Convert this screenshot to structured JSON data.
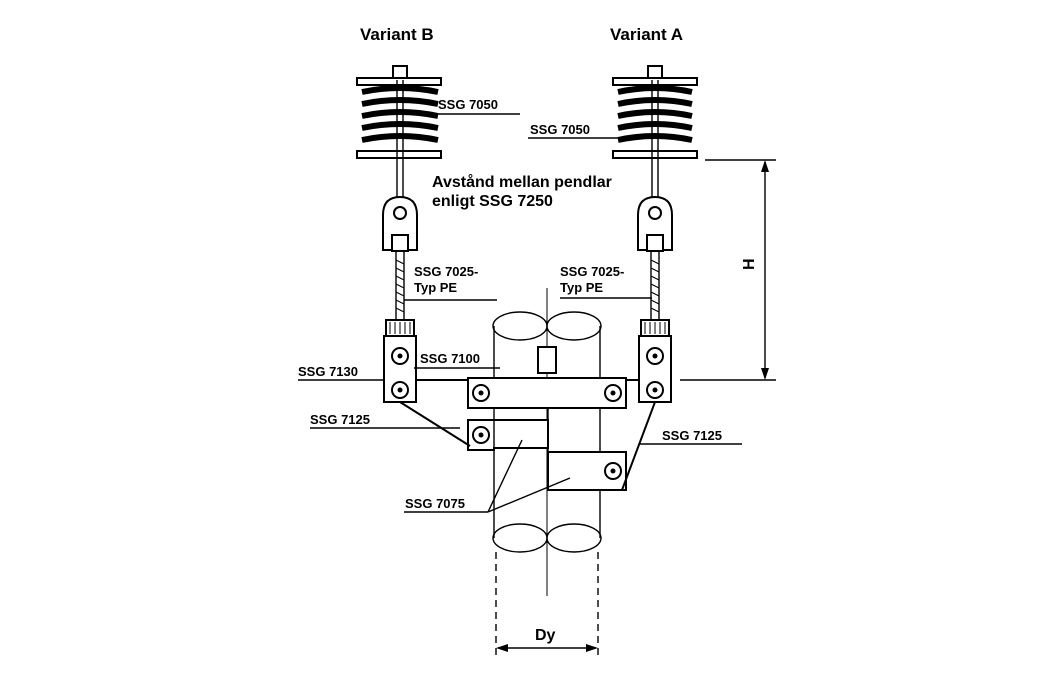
{
  "variants": {
    "b": "Variant B",
    "a": "Variant A"
  },
  "labels": {
    "ssg7050_b": "SSG 7050",
    "ssg7050_a": "SSG 7050",
    "note_line1": "Avstånd mellan pendlar",
    "note_line2": "enligt SSG 7250",
    "ssg7025_b_line1": "SSG 7025-",
    "ssg7025_b_line2": "Typ PE",
    "ssg7025_a_line1": "SSG 7025-",
    "ssg7025_a_line2": "Typ PE",
    "ssg7130": "SSG 7130",
    "ssg7100": "SSG 7100",
    "ssg7125_left": "SSG 7125",
    "ssg7125_right": "SSG 7125",
    "ssg7075": "SSG 7075"
  },
  "dimensions": {
    "h": "H",
    "dy": "Dy"
  }
}
